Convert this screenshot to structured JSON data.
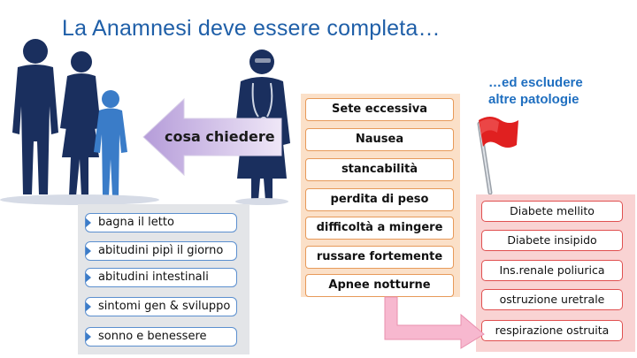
{
  "title": "La Anamnesi  deve essere completa…",
  "arrow_label": "cosa chiedere",
  "left_items": [
    "bagna il letto",
    "abitudini pipì il giorno",
    "abitudini intestinali",
    "sintomi gen & sviluppo",
    "sonno e benessere"
  ],
  "center_items": [
    "Sete eccessiva",
    "Nausea",
    "stancabilità",
    "perdita di peso",
    "difficoltà a mingere",
    "russare fortemente",
    "Apnee notturne"
  ],
  "right_title_line1": "…ed escludere",
  "right_title_line2": "altre patologie",
  "right_items": [
    "Diabete mellito",
    "Diabete insipido",
    "Ins.renale poliurica",
    "ostruzione uretrale",
    "respirazione ostruita"
  ],
  "colors": {
    "title": "#1f5fa8",
    "silhouette_dark": "#1a2f5e",
    "silhouette_child": "#3a7cc8",
    "arrow": "#c9b6e3",
    "flag": "#e02020"
  }
}
